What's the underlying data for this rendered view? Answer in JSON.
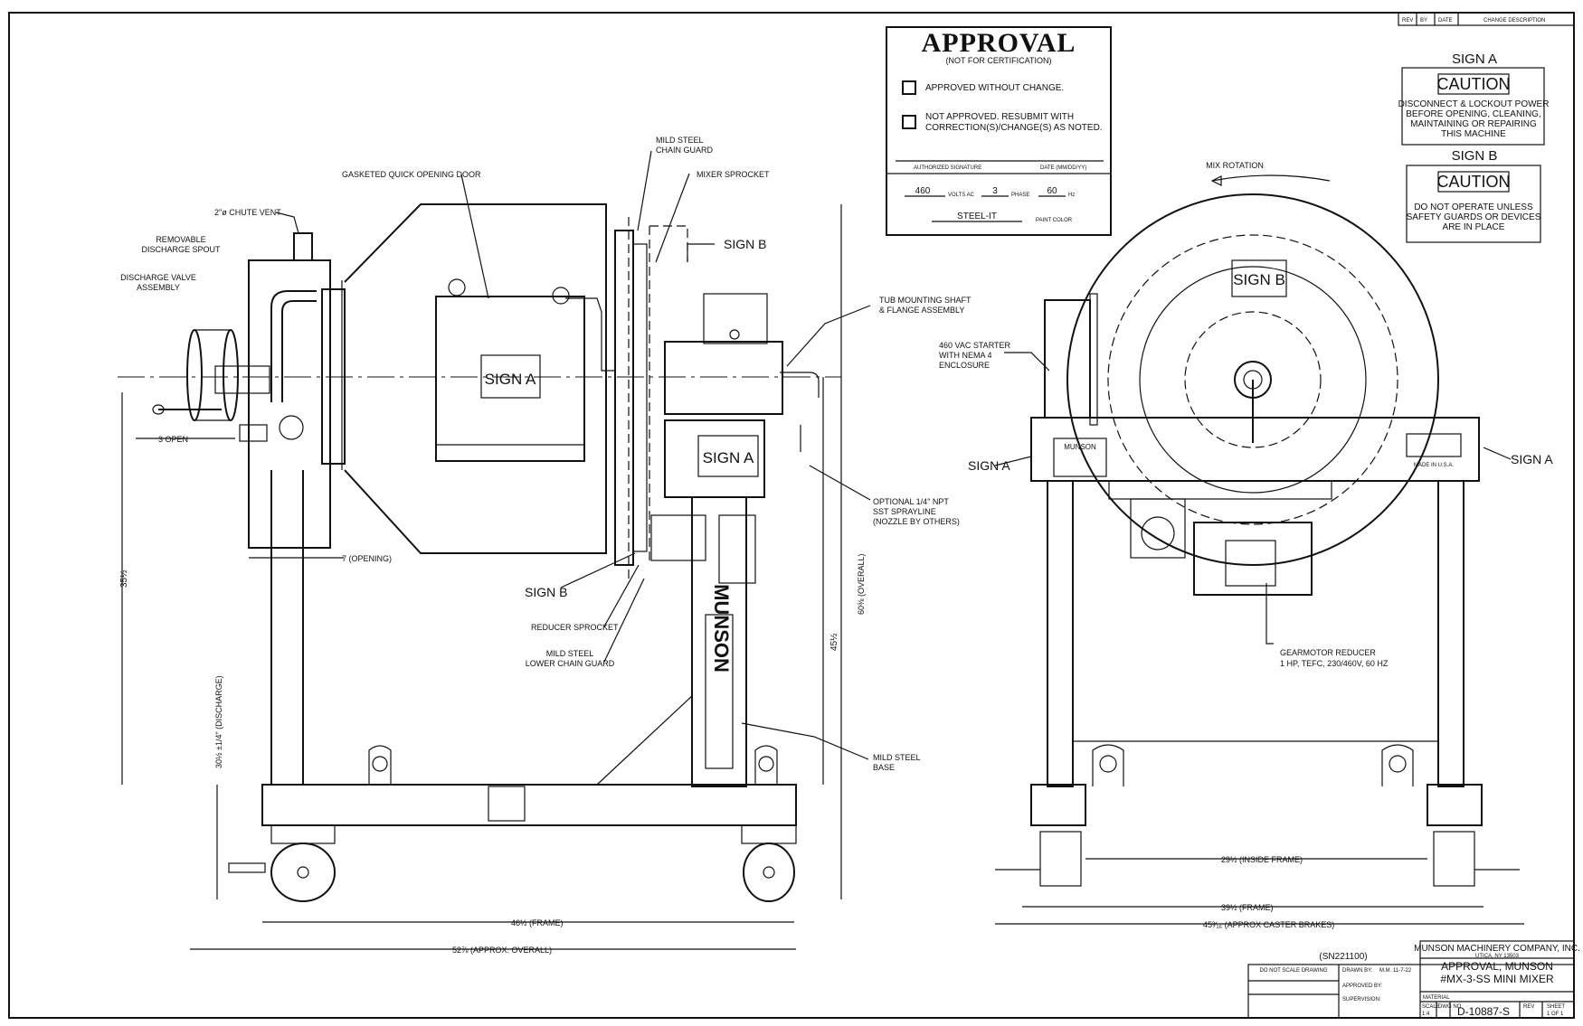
{
  "revision_block": {
    "rev": "REV",
    "by": "BY",
    "date": "DATE",
    "change": "CHANGE DESCRIPTION"
  },
  "approval": {
    "title": "APPROVAL",
    "subtitle": "(NOT FOR CERTIFICATION)",
    "option1": "APPROVED WITHOUT CHANGE.",
    "option2_line1": "NOT APPROVED. RESUBMIT WITH",
    "option2_line2": "CORRECTION(S)/CHANGE(S) AS NOTED.",
    "sig_label": "AUTHORIZED SIGNATURE",
    "date_label": "DATE (MM/DD/YY)",
    "volts": "460",
    "volts_label": "VOLTS AC",
    "phase": "3",
    "phase_label": "PHASE",
    "hz": "60",
    "hz_label": "Hz",
    "paint": "STEEL-IT",
    "paint_label": "PAINT COLOR"
  },
  "signs": {
    "a_title": "SIGN A",
    "a_caution": "CAUTION",
    "a_text": [
      "DISCONNECT & LOCKOUT POWER",
      "BEFORE OPENING, CLEANING,",
      "MAINTAINING OR REPAIRING",
      "THIS MACHINE"
    ],
    "b_title": "SIGN B",
    "b_caution": "CAUTION",
    "b_text": [
      "DO NOT OPERATE UNLESS",
      "SAFETY GUARDS OR DEVICES",
      "ARE IN PLACE"
    ]
  },
  "side_view": {
    "chute_vent": "2\"ø CHUTE VENT",
    "removable_spout": [
      "REMOVABLE",
      "DISCHARGE SPOUT"
    ],
    "discharge_valve": [
      "DISCHARGE VALVE",
      "ASSEMBLY"
    ],
    "door": "GASKETED QUICK OPENING DOOR",
    "chain_guard": [
      "MILD STEEL",
      "CHAIN GUARD"
    ],
    "mixer_sprocket": "MIXER SPROCKET",
    "sign_b": "SIGN B",
    "tub_shaft": [
      "TUB MOUNTING SHAFT",
      "& FLANGE ASSEMBLY"
    ],
    "sprayline": [
      "OPTIONAL 1/4\" NPT",
      "SST SPRAYLINE",
      "(NOZZLE BY OTHERS)"
    ],
    "sign_a_drum": "SIGN A",
    "sign_a_motor": "SIGN A",
    "reducer_sprocket": "REDUCER SPROCKET",
    "lower_guard": [
      "MILD STEEL",
      "LOWER CHAIN GUARD"
    ],
    "base": [
      "MILD STEEL",
      "BASE"
    ],
    "munson": "MUNSON",
    "dim_open": "3 OPEN",
    "dim_opening": "7 (OPENING)",
    "dim_35": "35½",
    "dim_30": "30½ ±1/4\" (DISCHARGE)",
    "dim_45": "45½",
    "dim_60": "60⅜ (OVERALL)",
    "dim_frame": "46½ (FRAME)",
    "dim_overall": "52⅞ (APPROX. OVERALL)"
  },
  "end_view": {
    "mix_rotation": "MIX ROTATION",
    "starter": [
      "460 VAC STARTER",
      "WITH NEMA 4",
      "ENCLOSURE"
    ],
    "sign_b": "SIGN B",
    "sign_a_left": "SIGN A",
    "sign_a_right": "SIGN A",
    "nameplate": "MUNSON",
    "flag_text": "MADE IN U.S.A.",
    "gearmotor": [
      "GEARMOTOR REDUCER",
      "1 HP, TEFC, 230/460V, 60 HZ"
    ],
    "dim_inside": "29½ (INSIDE FRAME)",
    "dim_frame": "39½ (FRAME)",
    "dim_caster": "45³⁄₁₆ (APPROX CASTER BRAKES)"
  },
  "title_block": {
    "serial": "(SN221100)",
    "company": "MUNSON MACHINERY COMPANY, INC.",
    "city": "UTICA, NY 13503",
    "title1": "APPROVAL, MUNSON",
    "title2": "#MX-3-SS MINI MIXER",
    "do_not_scale": "DO NOT SCALE DRAWING",
    "drawn_by": "DRAWN BY:",
    "drawn_value": "M.M. 11-7-22",
    "approved_by": "APPROVED BY:",
    "supervision": "SUPERVISION:",
    "material": "MATERIAL",
    "scale_label": "SCALE",
    "scale": "1:4",
    "dwg_label": "DWG NO",
    "dwg": "D-10887-S",
    "rev_label": "REV",
    "sheet_label": "SHEET",
    "sheet": "1 OF 1"
  }
}
